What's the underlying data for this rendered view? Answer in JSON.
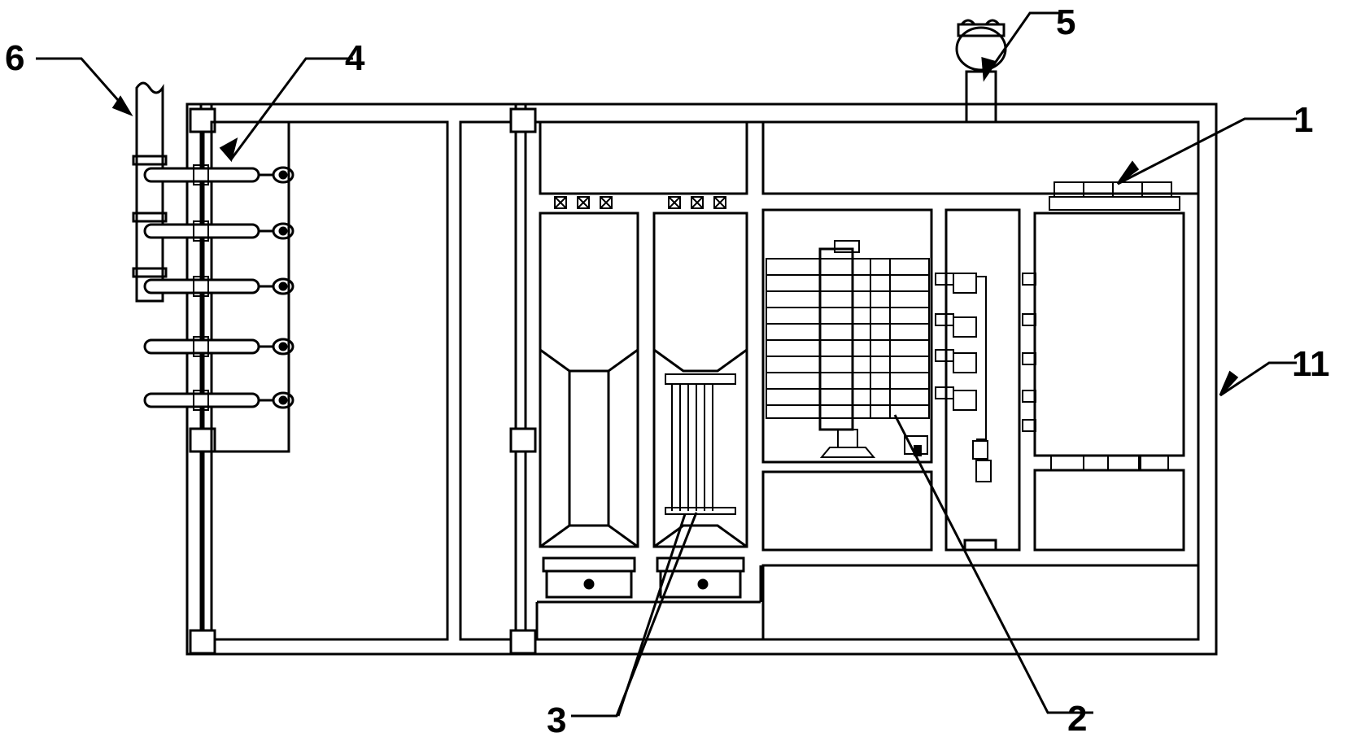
{
  "diagram": {
    "line_color": "#000000",
    "background": "#ffffff",
    "callouts": [
      {
        "id": "c1",
        "label": "1"
      },
      {
        "id": "c2",
        "label": "2"
      },
      {
        "id": "c3",
        "label": "3"
      },
      {
        "id": "c4",
        "label": "4"
      },
      {
        "id": "c5",
        "label": "5"
      },
      {
        "id": "c6",
        "label": "6"
      },
      {
        "id": "c11",
        "label": "11"
      }
    ]
  }
}
